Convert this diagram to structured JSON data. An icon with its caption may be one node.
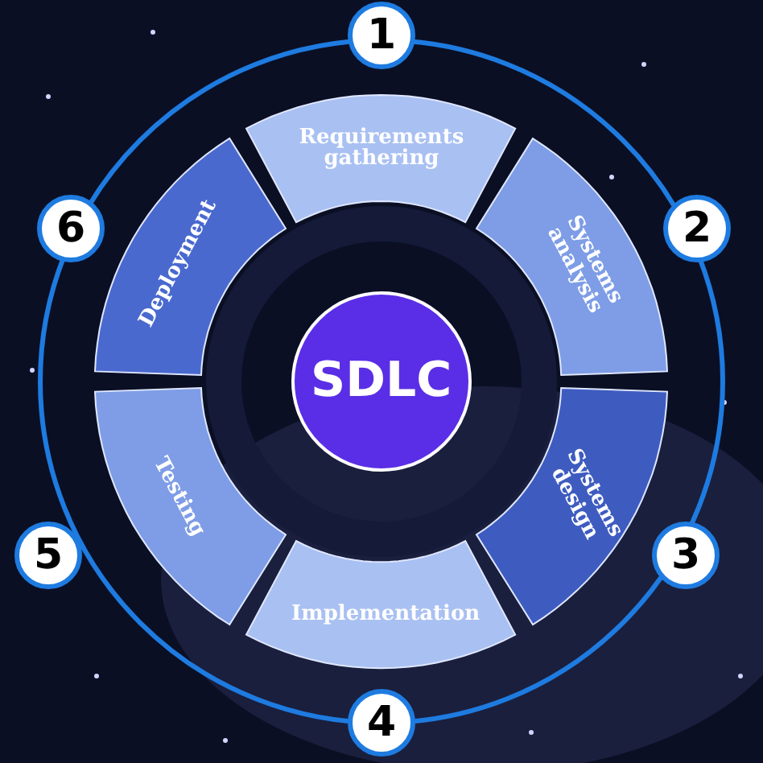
{
  "diagram": {
    "nodes": [
      {
        "text": [
          "SDLC"
        ]
      },
      {
        "text": [
          "Requirements gathering"
        ]
      },
      {
        "text": [
          "Systems analysis"
        ]
      },
      {
        "text": [
          "Systems design"
        ]
      },
      {
        "text": [
          "Implementation"
        ]
      },
      {
        "text": [
          "Testing"
        ]
      },
      {
        "text": [
          "Deployment"
        ]
      },
      {
        "text": [
          "1"
        ]
      },
      {
        "text": [
          "2"
        ]
      },
      {
        "text": [
          "3"
        ]
      },
      {
        "text": [
          "4"
        ]
      },
      {
        "text": [
          "5"
        ]
      },
      {
        "text": [
          "6"
        ]
      }
    ]
  }
}
